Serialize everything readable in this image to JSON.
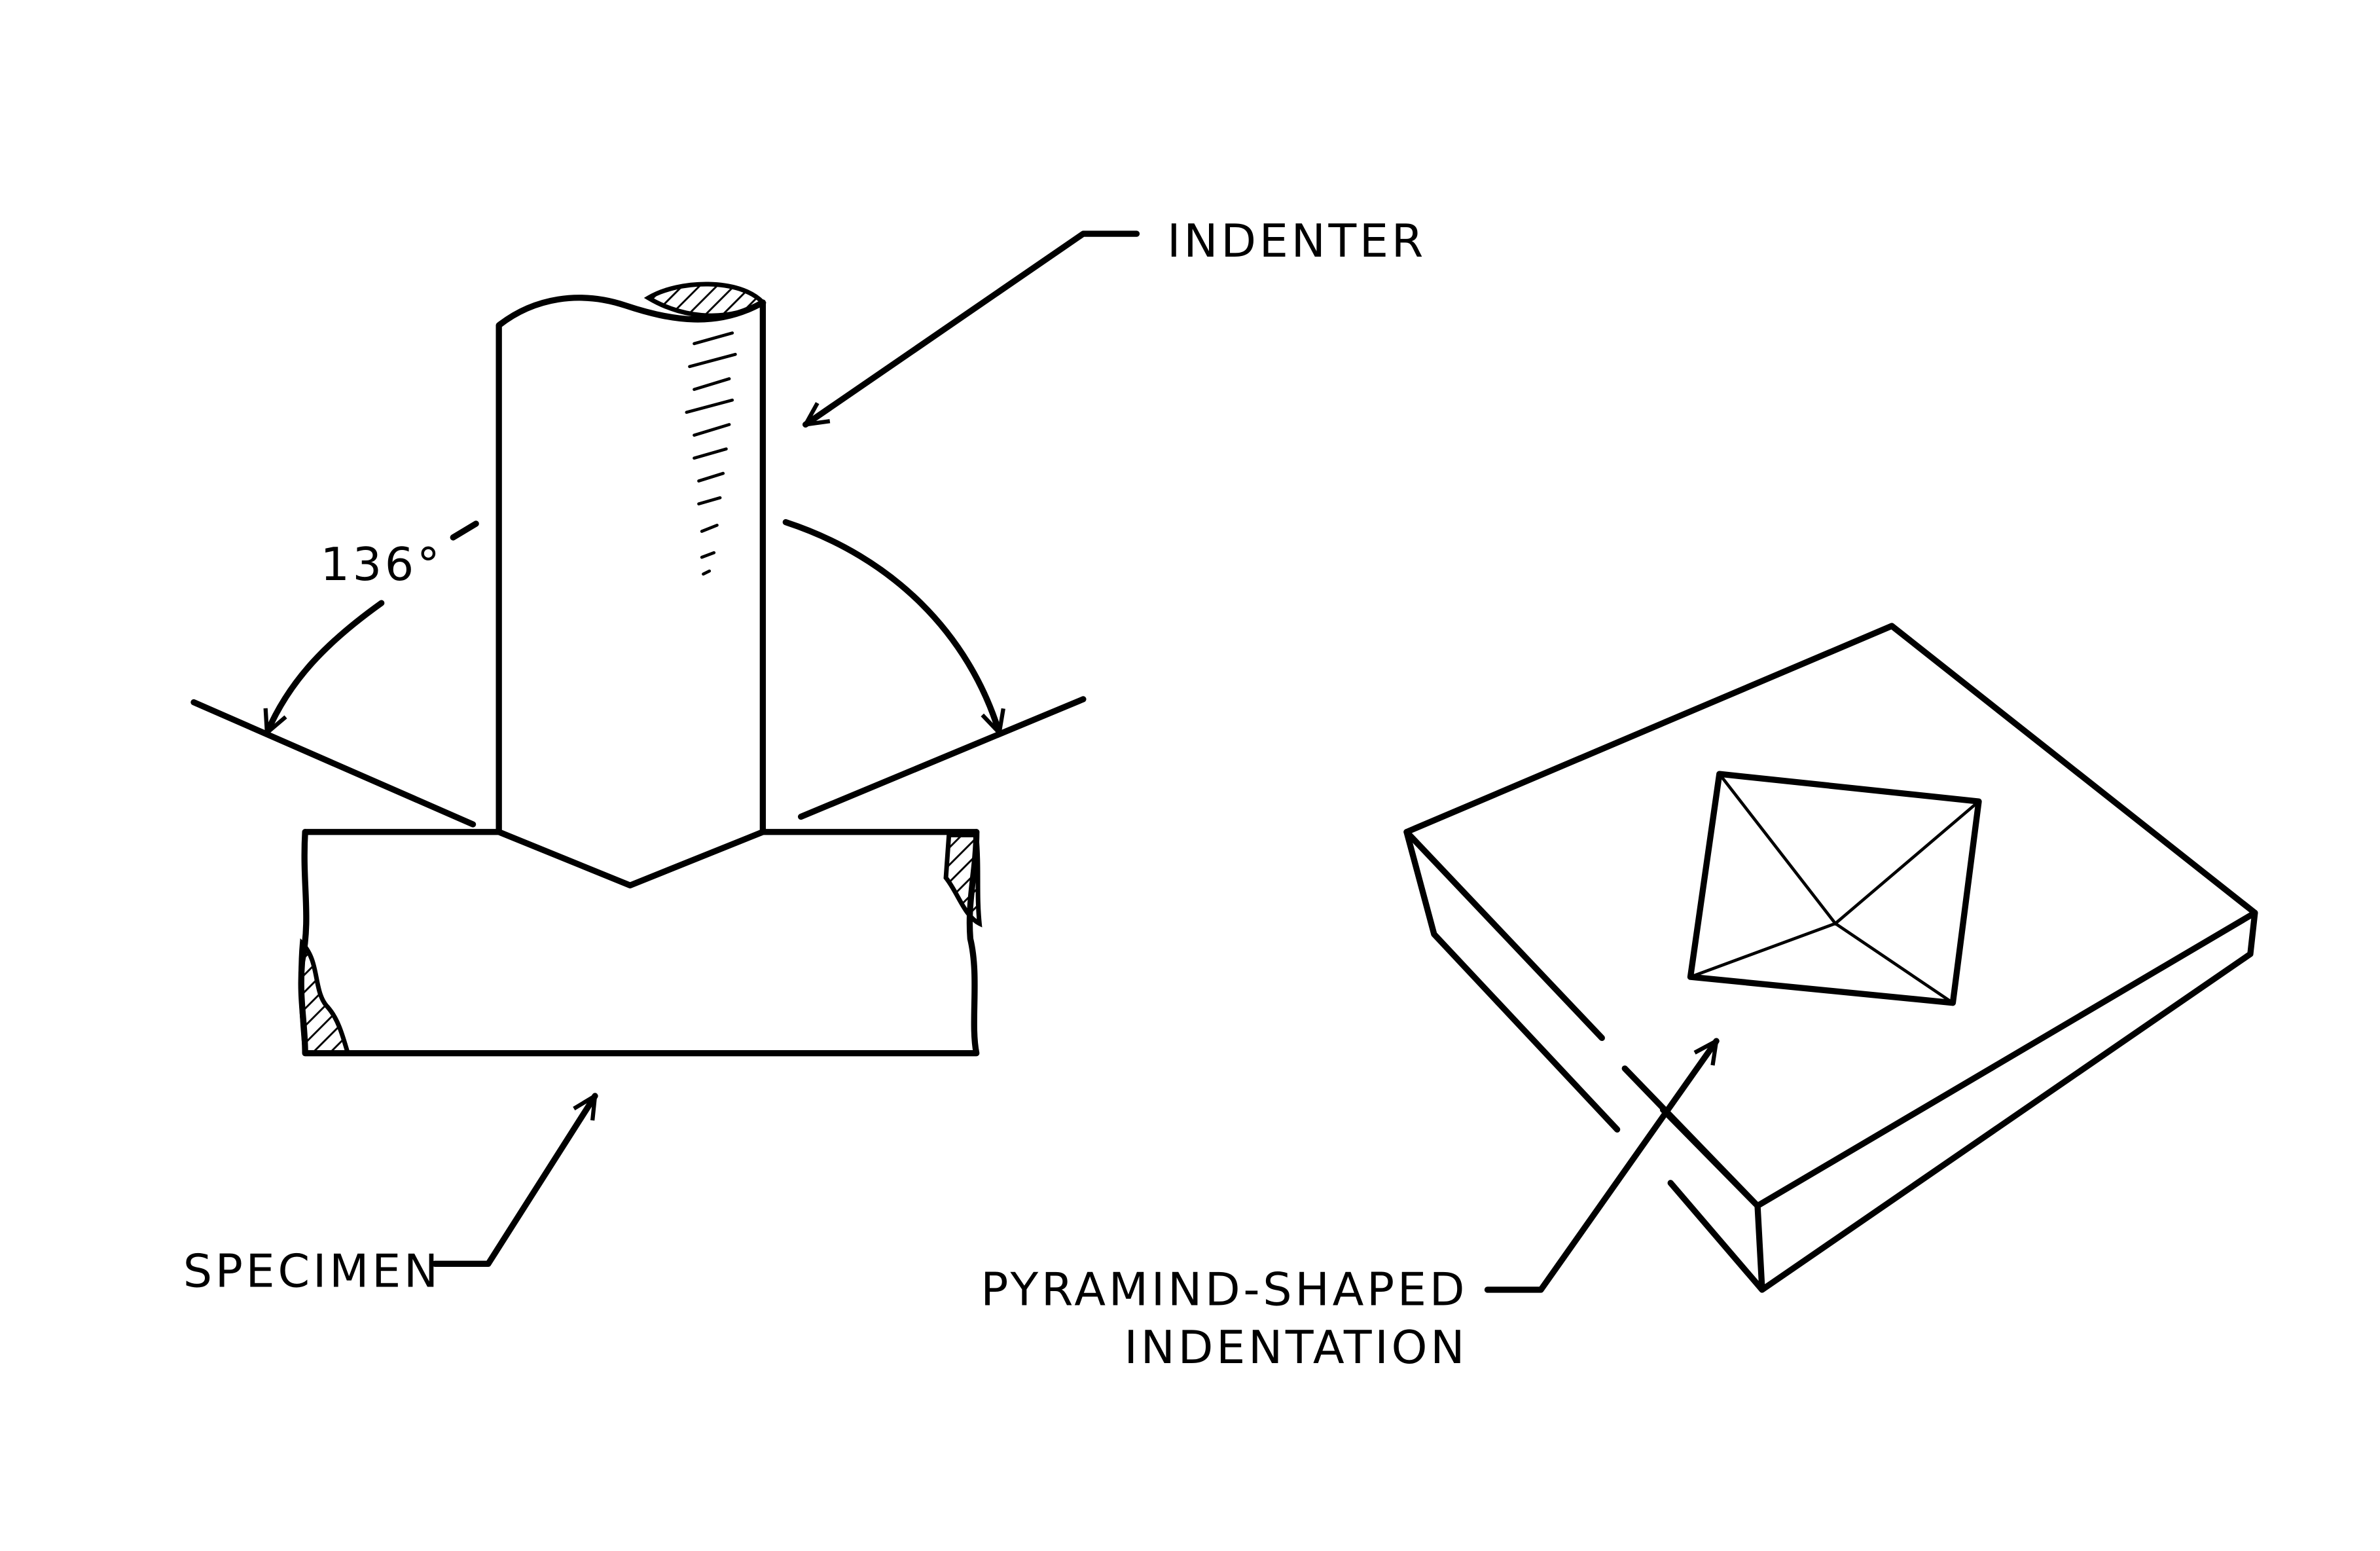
{
  "labels": {
    "indenter": "INDENTER",
    "angle": "136°",
    "specimen": "SPECIMEN",
    "indentation_line1": "PYRAMIND-SHAPED",
    "indentation_line2": "INDENTATION"
  },
  "colors": {
    "ink": "#000000",
    "paper": "#ffffff"
  }
}
